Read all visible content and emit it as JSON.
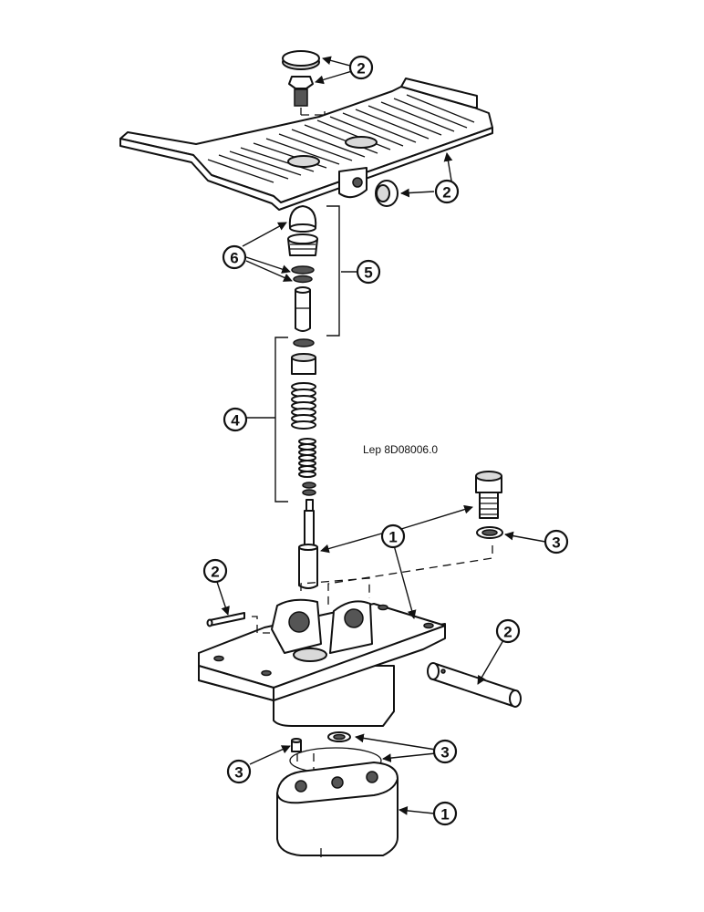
{
  "figure_reference": "Lep 8D08006.0",
  "callouts": {
    "pad_cap_screw": "2",
    "pedal_bushing": "2",
    "valve_seals": "6",
    "plunger_assembly": "5",
    "spring_assembly": "4",
    "valve_body_upper": "1",
    "plug_washer": "3",
    "roll_pin": "2",
    "pivot_pin": "2",
    "base_seals": "3",
    "base_plug": "3",
    "lower_housing": "1"
  }
}
